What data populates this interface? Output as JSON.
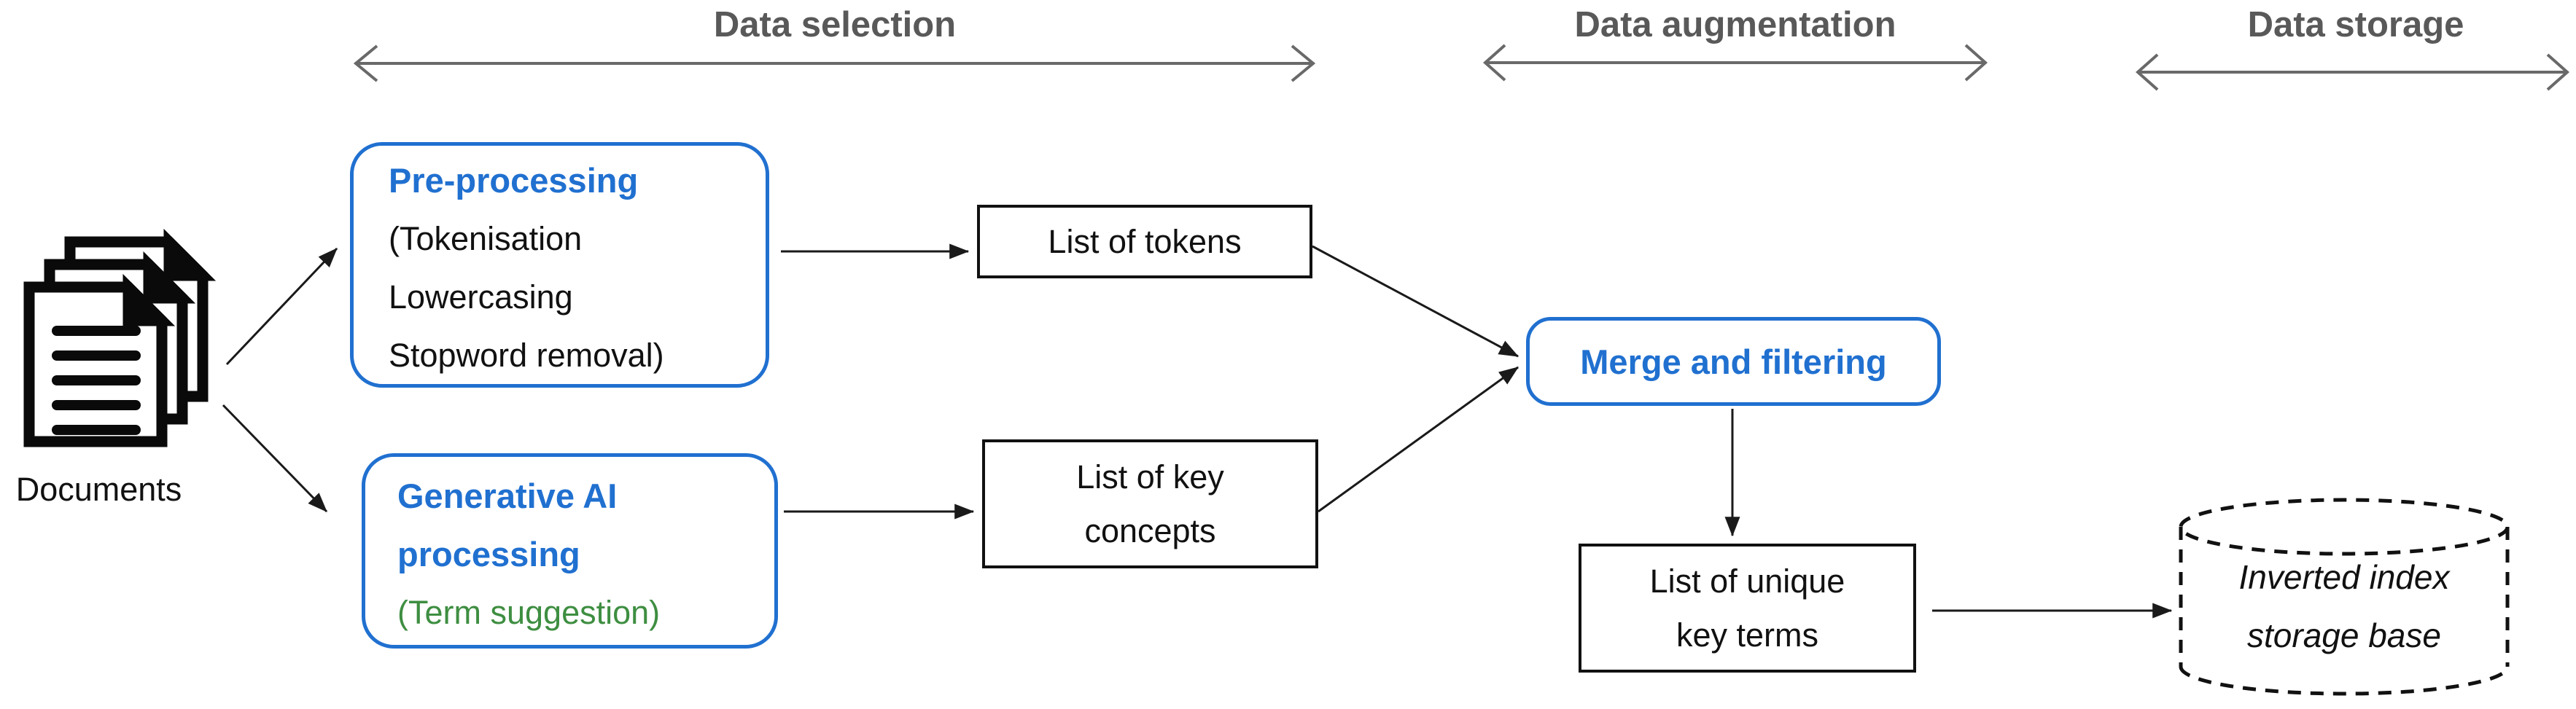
{
  "diagram": {
    "phases": [
      {
        "label": "Data selection"
      },
      {
        "label": "Data augmentation"
      },
      {
        "label": "Data storage"
      }
    ],
    "source": {
      "label": "Documents",
      "icon": "documents-stack-icon"
    },
    "preprocessing": {
      "title": "Pre-processing",
      "detail1": "(Tokenisation",
      "detail2": "Lowercasing",
      "detail3": "Stopword removal)"
    },
    "generative_ai": {
      "title1": "Generative AI",
      "title2": "processing",
      "subtitle": "(Term suggestion)"
    },
    "tokens": {
      "label": "List of tokens"
    },
    "concepts": {
      "line1": "List of key",
      "line2": "concepts"
    },
    "merge": {
      "label": "Merge and filtering"
    },
    "unique_terms": {
      "line1": "List of unique",
      "line2": "key terms"
    },
    "storage": {
      "line1": "Inverted index",
      "line2": "storage base",
      "icon": "database-cylinder-icon"
    },
    "colors": {
      "accent_blue": "#2070d0",
      "accent_green": "#3e8e41",
      "header_gray": "#595959",
      "line_black": "#1a1a1a"
    }
  }
}
